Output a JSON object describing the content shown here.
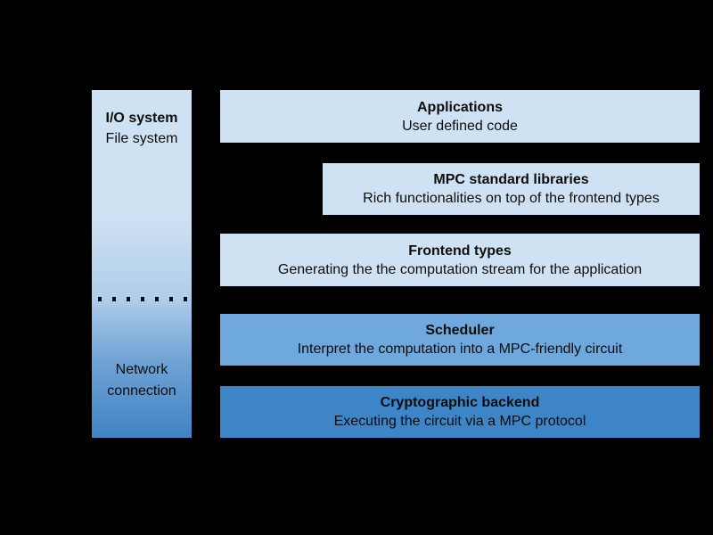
{
  "canvas": {
    "background_color": "#000000",
    "text_color": "#0d0d0d"
  },
  "io_column": {
    "title": "I/O system",
    "subtitle": "File system",
    "bottom_label": "Network connection",
    "separator_style": "dotted",
    "gradient_top_color": "#cfe2f3",
    "gradient_bottom_color": "#4183c4"
  },
  "layers": [
    {
      "title": "Applications",
      "subtitle": "User defined code",
      "color": "#cfe2f3"
    },
    {
      "title": "MPC standard libraries",
      "subtitle": "Rich functionalities on top of the frontend types",
      "color": "#cfe2f3"
    },
    {
      "title": "Frontend types",
      "subtitle": "Generating the the computation stream for the application",
      "color": "#cfe2f3"
    },
    {
      "title": "Scheduler",
      "subtitle": "Interpret the computation into a MPC-friendly circuit",
      "color": "#6fa8dc"
    },
    {
      "title": "Cryptographic backend",
      "subtitle": "Executing the circuit via a MPC protocol",
      "color": "#3d85c6"
    }
  ]
}
